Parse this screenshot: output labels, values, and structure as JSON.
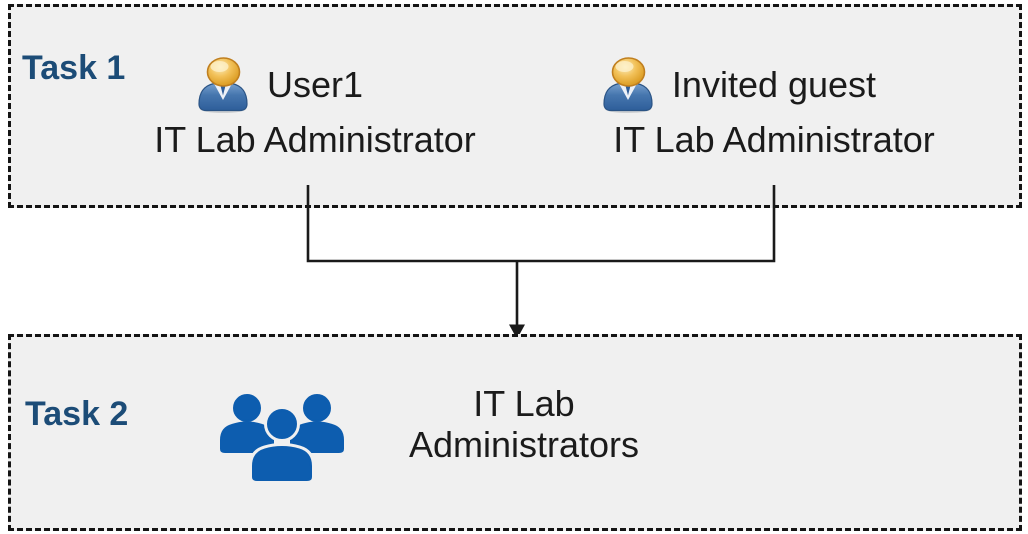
{
  "task1": {
    "label": "Task 1",
    "people": [
      {
        "name": "User1",
        "role": "IT Lab Administrator"
      },
      {
        "name": "Invited guest",
        "role": "IT Lab Administrator"
      }
    ]
  },
  "task2": {
    "label": "Task 2",
    "group_name": "IT Lab Administrators"
  },
  "icons": {
    "person": "single-user-icon",
    "group": "user-group-icon",
    "arrow": "merge-arrow-down"
  },
  "colors": {
    "task_label": "#1c4c77",
    "box_background": "#f0f0f0",
    "box_border": "#141414",
    "group_icon_blue": "#0d5daf",
    "person_head_gold": "#e2a72e",
    "person_body_blue": "#3c6ea8",
    "connector_line": "#1a1a1a",
    "body_text": "#1b1b1b"
  }
}
